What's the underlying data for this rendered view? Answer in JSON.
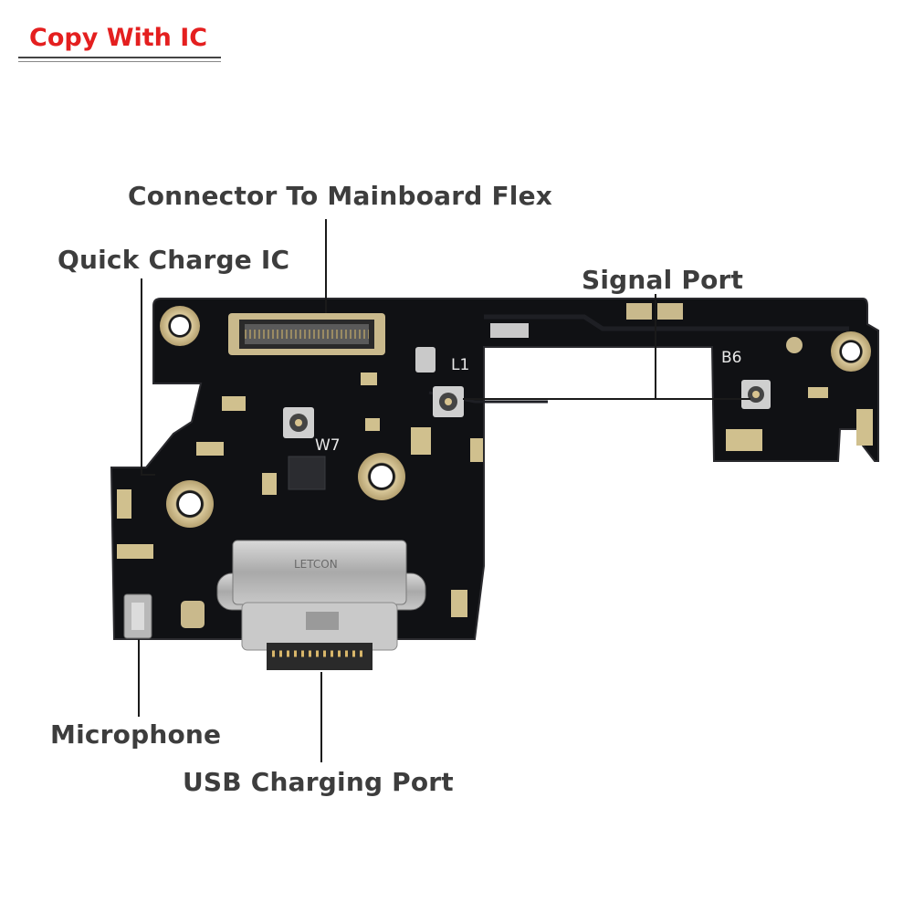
{
  "badge": {
    "text": "Copy With IC",
    "color": "#e41f1f"
  },
  "callouts": {
    "connector": "Connector To Mainboard Flex",
    "quick_charge": "Quick Charge IC",
    "signal_port": "Signal Port",
    "microphone": "Microphone",
    "usb_port": "USB Charging Port"
  },
  "board": {
    "silkscreen": {
      "l1": "L1",
      "w7": "W7",
      "b6": "B6"
    },
    "usb_brand": "LETCON"
  },
  "colors": {
    "pcb": "#101114",
    "callout_text": "#3d3d3d",
    "leader_line": "#1a1a1a"
  }
}
